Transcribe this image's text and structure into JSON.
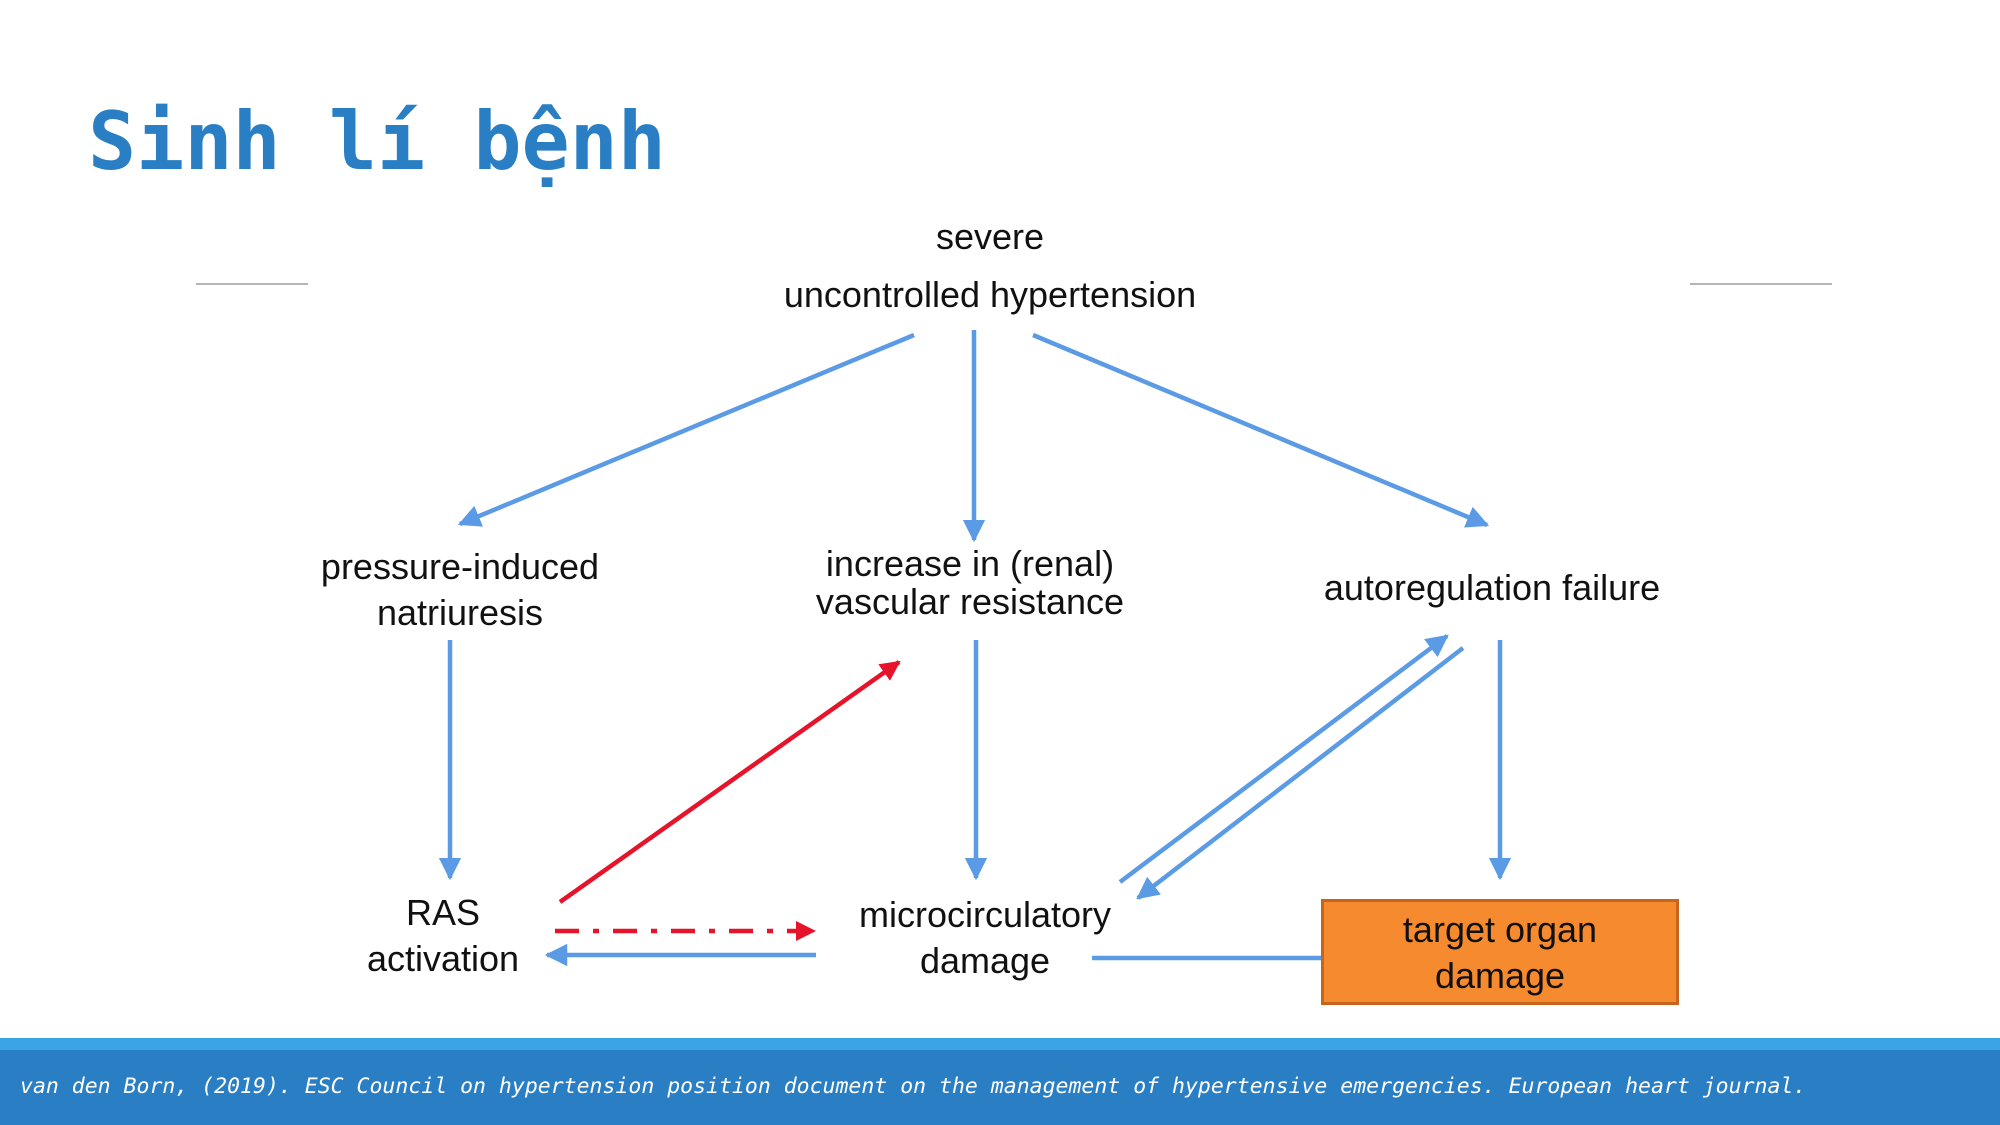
{
  "slide": {
    "title": "Sinh lí bệnh"
  },
  "diagram": {
    "nodes": {
      "top_line1": "severe",
      "top_line2": "uncontrolled hypertension",
      "natriuresis_line1": "pressure-induced",
      "natriuresis_line2": "natriuresis",
      "resistance_line1": "increase in (renal)",
      "resistance_line2": "vascular resistance",
      "autoregulation": "autoregulation failure",
      "ras_line1": "RAS",
      "ras_line2": "activation",
      "micro_line1": "microcirculatory",
      "micro_line2": "damage",
      "target_line1": "target organ",
      "target_line2": "damage"
    },
    "colors": {
      "arrow": "#5b9be6",
      "red_arrow": "#e5142a",
      "target_fill": "#f68a2f",
      "title": "#2a7fc4"
    }
  },
  "footer": {
    "citation": "van den Born, (2019). ESC Council on hypertension position document on the management of hypertensive emergencies. European heart journal."
  }
}
